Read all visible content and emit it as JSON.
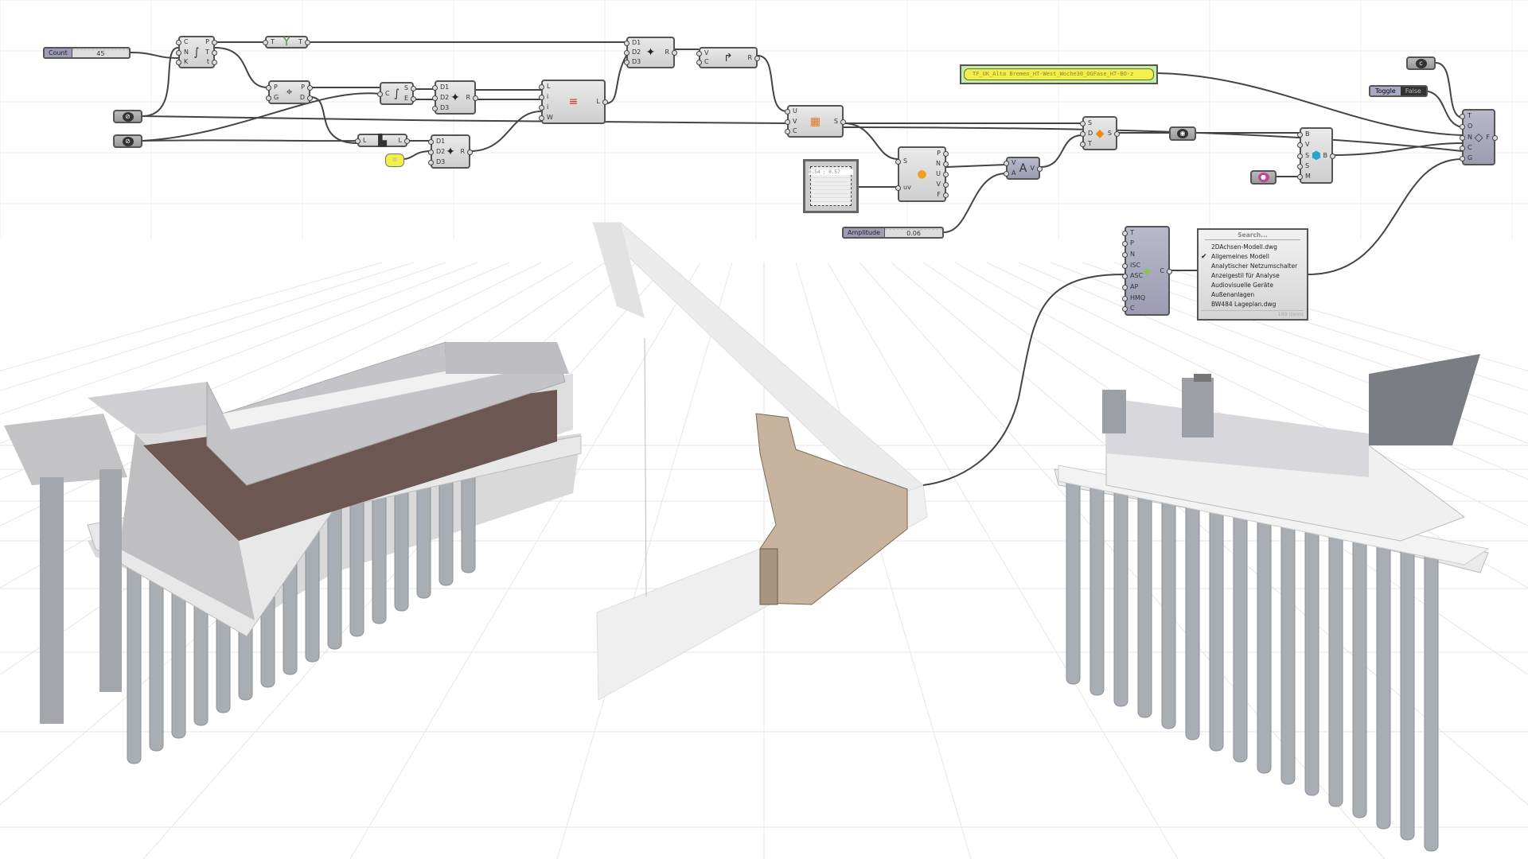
{
  "sliders": {
    "count": {
      "label": "Count",
      "value": "45"
    },
    "amplitude": {
      "label": "Amplitude",
      "value": "0.06"
    }
  },
  "panels": {
    "text_panel": "TF_UK_Alta Bremen_HT-West_Woche30_OGFase_HT-BO-z",
    "zero_panel": "0"
  },
  "toggle": {
    "label": "Toggle",
    "value": "False"
  },
  "md_slider": {
    "value": "0.54 ; 0.57"
  },
  "dropdown": {
    "search": "Search...",
    "items": [
      {
        "label": "2DAchsen-Modell.dwg",
        "checked": false
      },
      {
        "label": "Allgemeines Modell",
        "checked": true
      },
      {
        "label": "Analytischer Netzumschalter",
        "checked": false
      },
      {
        "label": "Anzeigestil für Analyse",
        "checked": false
      },
      {
        "label": "Audiovisuelle Geräte",
        "checked": false
      },
      {
        "label": "Außenanlagen",
        "checked": false
      },
      {
        "label": "BW484 Lageplan.dwg",
        "checked": false
      }
    ],
    "count": "189 items"
  },
  "nodes": [
    {
      "id": "range",
      "inputs": [
        "C",
        "N",
        "K"
      ],
      "outputs": [
        "P",
        "T",
        "t"
      ],
      "icon": "curve-icon"
    },
    {
      "id": "tree",
      "inputs": [
        "T"
      ],
      "outputs": [
        "T"
      ],
      "icon": "tree-icon"
    },
    {
      "id": "closest",
      "inputs": [
        "P",
        "G"
      ],
      "outputs": [
        "P",
        "D"
      ],
      "icon": "closest-point-icon"
    },
    {
      "id": "curve",
      "inputs": [
        "C"
      ],
      "outputs": [
        "S",
        "E"
      ],
      "icon": "curve-icon"
    },
    {
      "id": "remap1",
      "inputs": [
        "D1",
        "D2",
        "D3"
      ],
      "outputs": [
        "R"
      ],
      "icon": "remap-icon"
    },
    {
      "id": "list",
      "inputs": [
        "L",
        "i",
        "i",
        "W"
      ],
      "outputs": [
        "L"
      ],
      "icon": "list-icon"
    },
    {
      "id": "length",
      "inputs": [
        "L"
      ],
      "outputs": [
        "L"
      ],
      "icon": "chart-icon"
    },
    {
      "id": "remap2",
      "inputs": [
        "D1",
        "D2",
        "D3"
      ],
      "outputs": [
        "R"
      ],
      "icon": "remap-icon"
    },
    {
      "id": "remap3",
      "inputs": [
        "D1",
        "D2",
        "D3"
      ],
      "outputs": [
        "R"
      ],
      "icon": "remap-icon"
    },
    {
      "id": "vector",
      "inputs": [
        "V",
        "C"
      ],
      "outputs": [
        "R"
      ],
      "icon": "pipe-icon"
    },
    {
      "id": "surface",
      "inputs": [
        "U",
        "V",
        "C"
      ],
      "outputs": [
        "S"
      ],
      "icon": "surface-icon"
    },
    {
      "id": "evaluate",
      "inputs": [
        "S",
        "uv"
      ],
      "outputs": [
        "P",
        "N",
        "U",
        "V",
        "F"
      ],
      "icon": "evaluate-icon"
    },
    {
      "id": "amplitude",
      "inputs": [
        "V",
        "A"
      ],
      "outputs": [
        "V"
      ],
      "icon": "amplitude-icon",
      "dark": true
    },
    {
      "id": "sdt",
      "inputs": [
        "S",
        "D",
        "T"
      ],
      "outputs": [
        "S"
      ],
      "icon": "shape-icon"
    },
    {
      "id": "bake",
      "inputs": [
        "B",
        "V",
        "S",
        "S",
        "M"
      ],
      "outputs": [
        "B"
      ],
      "icon": "brep-icon"
    },
    {
      "id": "final",
      "inputs": [
        "T",
        "O",
        "N",
        "C",
        "G"
      ],
      "outputs": [
        "F"
      ],
      "icon": "cube-icon",
      "dark": true
    },
    {
      "id": "category",
      "inputs": [
        "T",
        "P",
        "N",
        "ISC",
        "ASC",
        "AP",
        "HMQ",
        "C"
      ],
      "outputs": [
        "C"
      ],
      "icon": "category-icon",
      "dark": true
    }
  ],
  "colors": {
    "wire": "#444444",
    "panel": "#f2ee4a",
    "panel_frame": "#c8f09a",
    "brep": "#c8b49e"
  }
}
